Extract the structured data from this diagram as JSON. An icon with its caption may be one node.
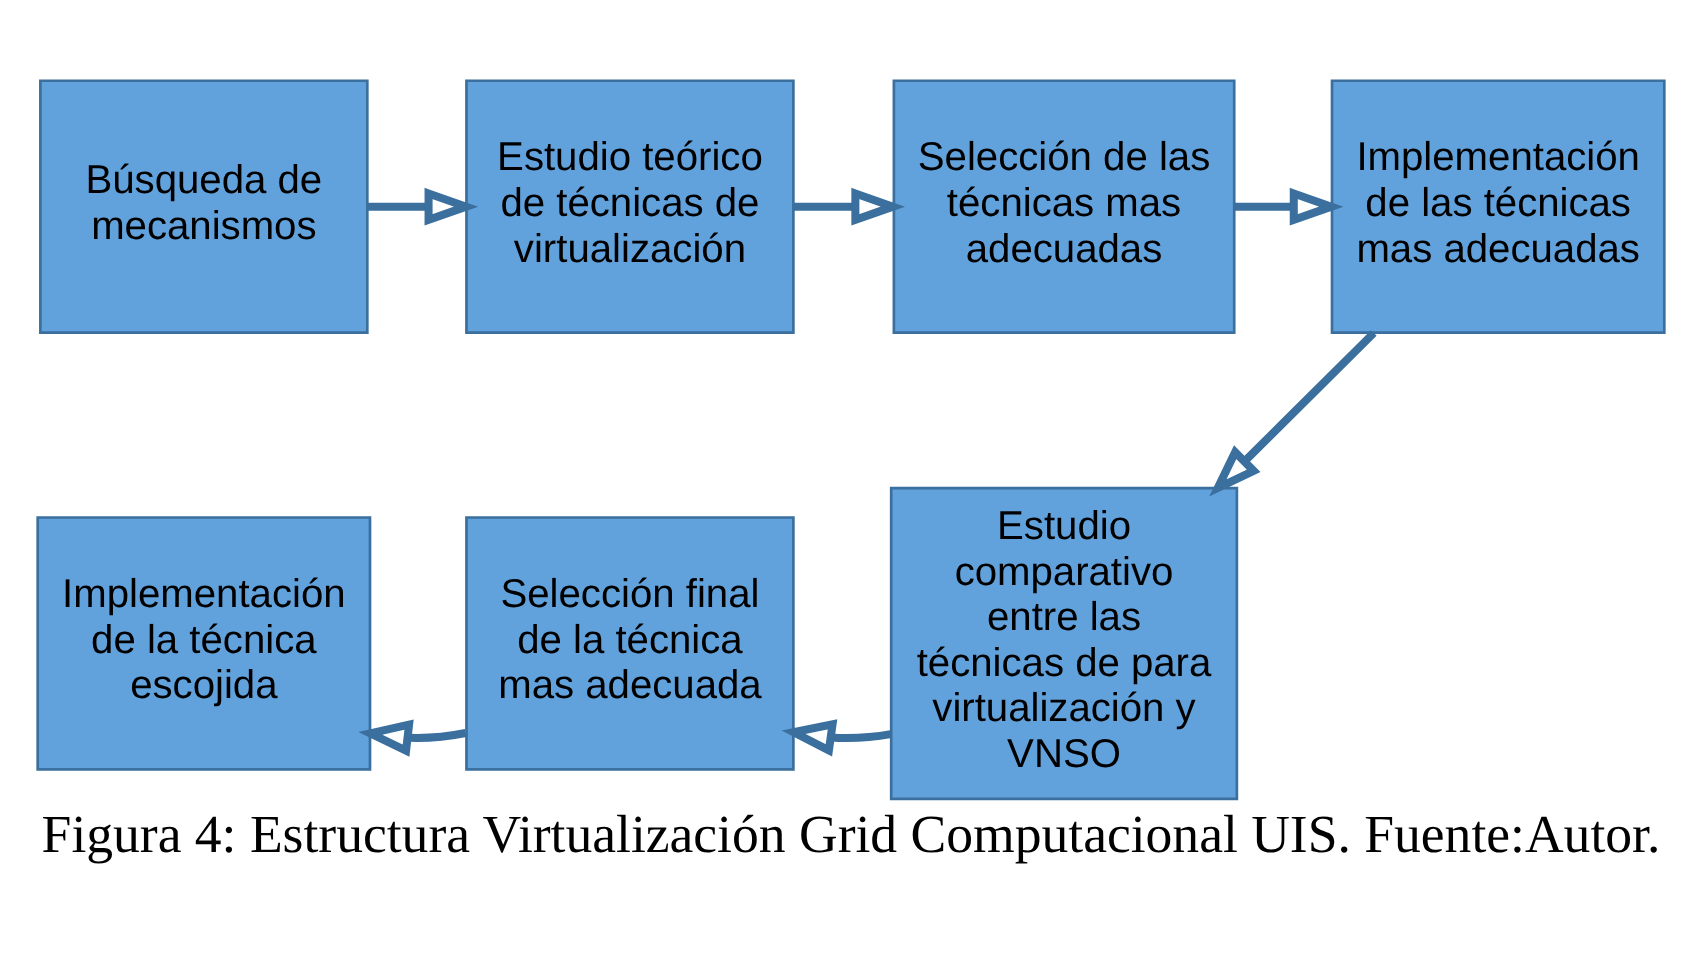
{
  "diagram": {
    "caption": "Figura 4: Estructura Virtualización Grid Computacional UIS. Fuente:Autor.",
    "nodes": [
      {
        "text": [
          "Búsqueda de mecanismos"
        ]
      },
      {
        "text": [
          "Estudio teórico de técnicas de virtualización"
        ]
      },
      {
        "text": [
          "Selección de las técnicas mas adecuadas"
        ]
      },
      {
        "text": [
          "Implementación de las técnicas mas adecuadas"
        ]
      },
      {
        "text": [
          "Estudio comparativo entre las técnicas de paravirtualización y VNSO"
        ]
      },
      {
        "text": [
          "Selección final de la técnica mas adecuada"
        ]
      },
      {
        "text": [
          "Implementación de la técnica escojida"
        ]
      }
    ],
    "edges": [
      {
        "from": 0,
        "to": 1,
        "arrow": "to"
      },
      {
        "from": 1,
        "to": 2,
        "arrow": "to"
      },
      {
        "from": 2,
        "to": 3,
        "arrow": "to"
      },
      {
        "from": 3,
        "to": 4,
        "arrow": "to"
      },
      {
        "from": 4,
        "to": 5,
        "arrow": "to"
      },
      {
        "from": 5,
        "to": 6,
        "arrow": "to"
      }
    ]
  }
}
